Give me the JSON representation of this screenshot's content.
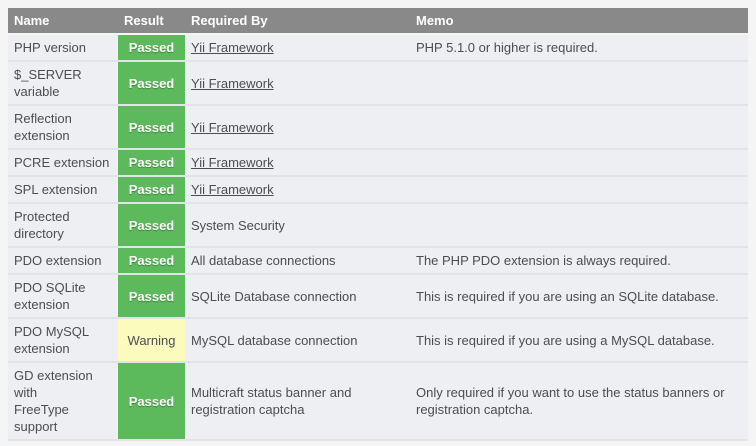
{
  "colors": {
    "page_bg": "#f5f5f6",
    "header_bg": "#898989",
    "header_text": "#ffffff",
    "row_bg": "#edeff2",
    "separator": "#e0e3e7",
    "passed_bg": "#5cba5c",
    "passed_text": "#ffffff",
    "warning_bg": "#fbfbbd",
    "warning_text": "#4c4e52",
    "text": "#4b4d51"
  },
  "table": {
    "headers": {
      "name": "Name",
      "result": "Result",
      "required_by": "Required By",
      "memo": "Memo"
    },
    "rows": [
      {
        "name": "PHP version",
        "result": "Passed",
        "status": "passed",
        "required_by": "Yii Framework",
        "required_by_is_link": true,
        "memo": "PHP 5.1.0 or higher is required."
      },
      {
        "name": "$_SERVER\nvariable",
        "result": "Passed",
        "status": "passed",
        "required_by": "Yii Framework",
        "required_by_is_link": true,
        "memo": ""
      },
      {
        "name": "Reflection\nextension",
        "result": "Passed",
        "status": "passed",
        "required_by": "Yii Framework",
        "required_by_is_link": true,
        "memo": ""
      },
      {
        "name": "PCRE extension",
        "result": "Passed",
        "status": "passed",
        "required_by": "Yii Framework",
        "required_by_is_link": true,
        "memo": ""
      },
      {
        "name": "SPL extension",
        "result": "Passed",
        "status": "passed",
        "required_by": "Yii Framework",
        "required_by_is_link": true,
        "memo": ""
      },
      {
        "name": "Protected\ndirectory",
        "result": "Passed",
        "status": "passed",
        "required_by": "System Security",
        "required_by_is_link": false,
        "memo": ""
      },
      {
        "name": "PDO extension",
        "result": "Passed",
        "status": "passed",
        "required_by": "All database connections",
        "required_by_is_link": false,
        "memo": "The PHP PDO extension is always required."
      },
      {
        "name": "PDO SQLite\nextension",
        "result": "Passed",
        "status": "passed",
        "required_by": "SQLite Database connection",
        "required_by_is_link": false,
        "memo": "This is required if you are using an SQLite database."
      },
      {
        "name": "PDO MySQL\nextension",
        "result": "Warning",
        "status": "warning",
        "required_by": "MySQL database connection",
        "required_by_is_link": false,
        "memo": "This is required if you are using a MySQL database."
      },
      {
        "name": "GD extension\nwith\nFreeType\nsupport",
        "result": "Passed",
        "status": "passed",
        "required_by": "Multicraft status banner and\nregistration captcha",
        "required_by_is_link": false,
        "memo": "Only required if you want to use the status banners or\nregistration captcha."
      }
    ]
  }
}
